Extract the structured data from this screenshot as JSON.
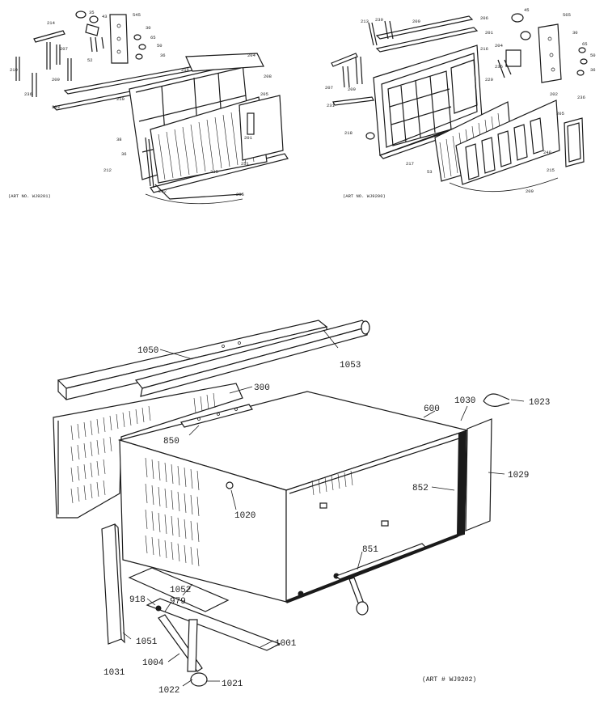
{
  "top_left": {
    "labels": [
      "214",
      "35",
      "43",
      "545",
      "30",
      "65",
      "50",
      "36",
      "52",
      "207",
      "219",
      "236",
      "209",
      "203",
      "216",
      "204",
      "210",
      "208",
      "38",
      "36",
      "212",
      "202",
      "201",
      "251",
      "205",
      "235",
      "205"
    ],
    "art": "(ART NO. WJ9201)"
  },
  "top_right": {
    "labels": [
      "213",
      "239",
      "209",
      "206",
      "45",
      "565",
      "30",
      "201",
      "216",
      "204",
      "65",
      "50",
      "36",
      "207",
      "209",
      "231",
      "218",
      "217",
      "53",
      "202",
      "236",
      "220",
      "205",
      "236",
      "248",
      "215",
      "209"
    ],
    "art": "(ART NO. WJ9200)"
  },
  "main": {
    "labels": {
      "p1050": "1050",
      "p1053": "1053",
      "p300": "300",
      "p600": "600",
      "p1030": "1030",
      "p1023": "1023",
      "p850": "850",
      "p852": "852",
      "p1029": "1029",
      "p1020": "1020",
      "p851": "851",
      "p1052": "1052",
      "p918": "918",
      "p979": "979",
      "p1051": "1051",
      "p1001": "1001",
      "p1031": "1031",
      "p1004": "1004",
      "p1022": "1022",
      "p1021": "1021"
    },
    "art": "(ART # WJ9202)"
  }
}
